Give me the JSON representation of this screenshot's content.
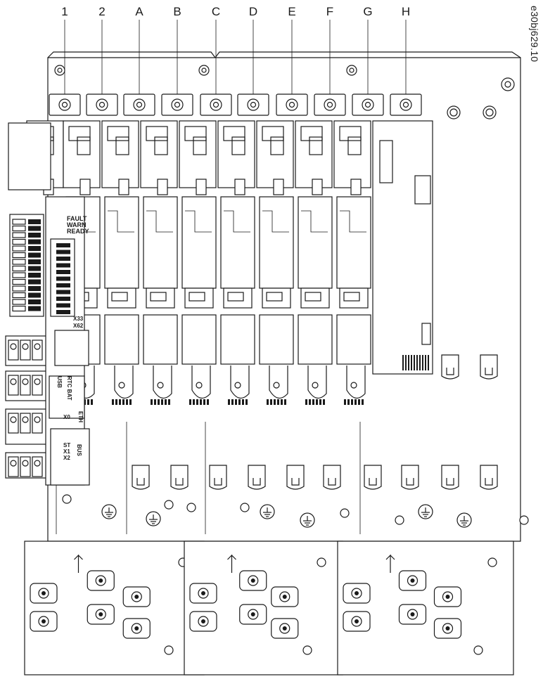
{
  "drawing_code": "e30bj629.10",
  "slot_labels": [
    "1",
    "2",
    "A",
    "B",
    "C",
    "D",
    "E",
    "F",
    "G",
    "H"
  ],
  "status_leds": [
    "FAULT",
    "WARN",
    "READY"
  ],
  "connector_labels": {
    "x33": "X33",
    "x62": "X62",
    "usb": "USB",
    "rtc_bat": "RTC BAT",
    "x0": "X0",
    "eth": "ETH",
    "st": "ST",
    "x1": "X1",
    "x2": "X2",
    "bus": "BUS"
  }
}
